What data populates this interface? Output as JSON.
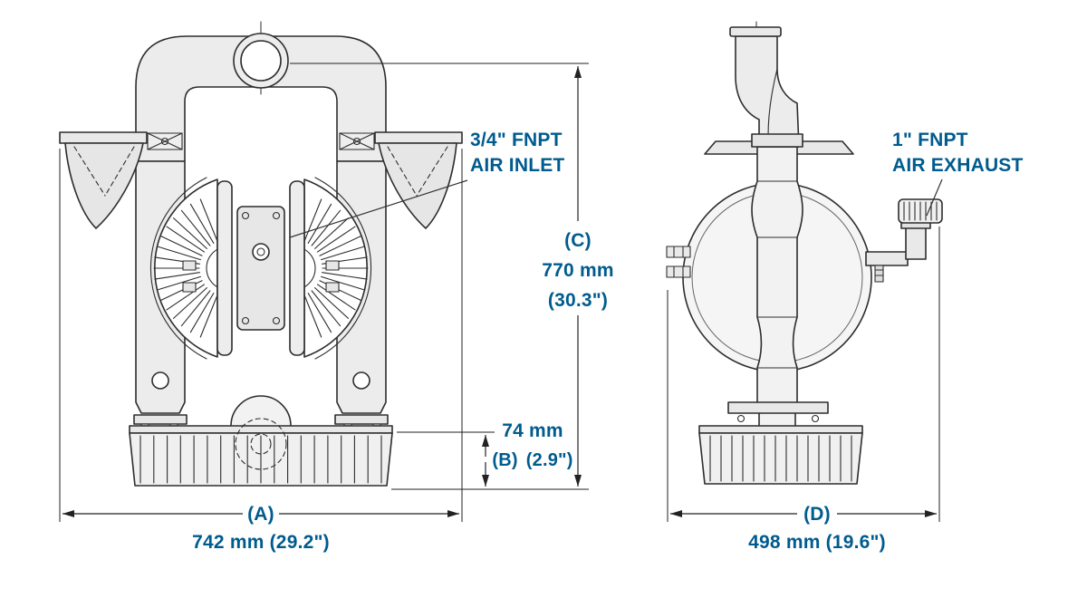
{
  "colors": {
    "accent": "#005b8e",
    "line": "#2d2d2d",
    "dim": "#222222"
  },
  "callouts": {
    "air_inlet": {
      "line1": "3/4\" FNPT",
      "line2": "AIR INLET"
    },
    "air_exhaust": {
      "line1": "1\" FNPT",
      "line2": "AIR EXHAUST"
    }
  },
  "dimensions": {
    "a": {
      "label": "(A)",
      "value": "742 mm (29.2\")"
    },
    "b": {
      "label": "(B)",
      "mm": "74 mm",
      "inches": "(2.9\")"
    },
    "c": {
      "label": "(C)",
      "mm": "770 mm",
      "inches": "(30.3\")"
    },
    "d": {
      "label": "(D)",
      "value": "498 mm (19.6\")"
    }
  }
}
